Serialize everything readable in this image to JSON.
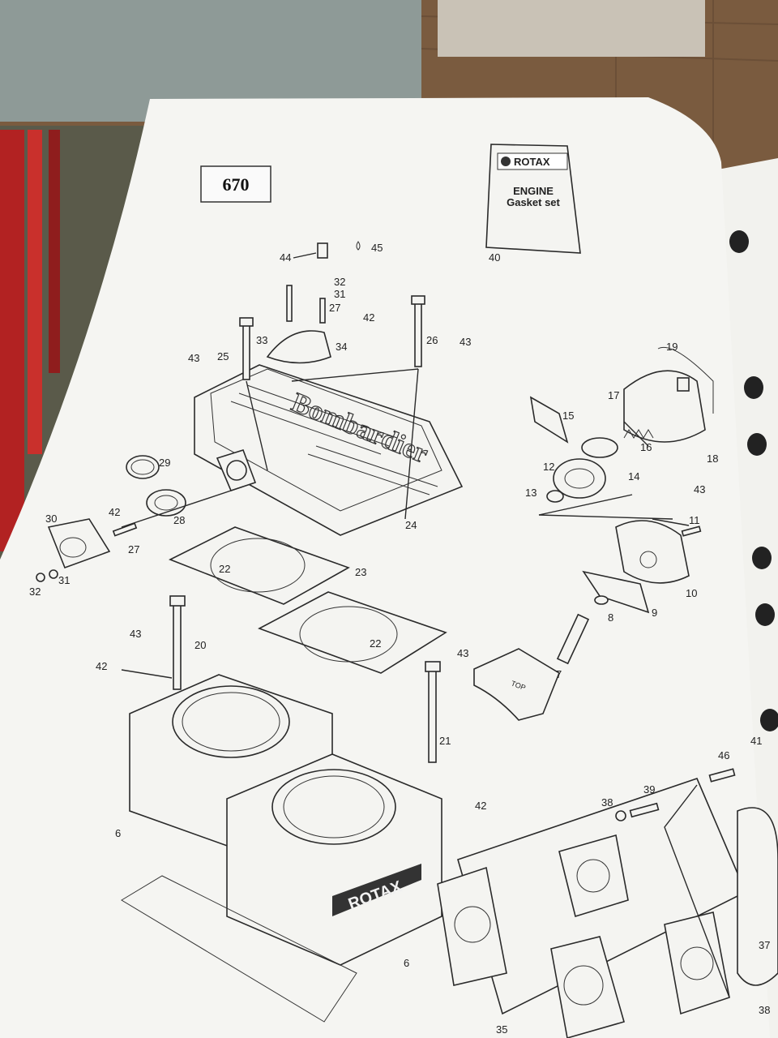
{
  "page_number": "670",
  "gasket_bag": {
    "brand": "ROTAX",
    "title": "ENGINE",
    "subtitle": "Gasket set",
    "ref": "40"
  },
  "parts": [
    {
      "id": "p45",
      "label": "45"
    },
    {
      "id": "p44",
      "label": "44"
    },
    {
      "id": "p32a",
      "label": "32"
    },
    {
      "id": "p31a",
      "label": "31"
    },
    {
      "id": "p27a",
      "label": "27"
    },
    {
      "id": "p42a",
      "label": "42"
    },
    {
      "id": "p26",
      "label": "26"
    },
    {
      "id": "p43a",
      "label": "43"
    },
    {
      "id": "p34",
      "label": "34"
    },
    {
      "id": "p33",
      "label": "33"
    },
    {
      "id": "p25",
      "label": "25"
    },
    {
      "id": "p43b",
      "label": "43"
    },
    {
      "id": "p19",
      "label": "19"
    },
    {
      "id": "p17",
      "label": "17"
    },
    {
      "id": "p15",
      "label": "15"
    },
    {
      "id": "p16",
      "label": "16"
    },
    {
      "id": "p18",
      "label": "18"
    },
    {
      "id": "p12",
      "label": "12"
    },
    {
      "id": "p14",
      "label": "14"
    },
    {
      "id": "p13",
      "label": "13"
    },
    {
      "id": "p43c",
      "label": "43"
    },
    {
      "id": "p11",
      "label": "11"
    },
    {
      "id": "p10",
      "label": "10"
    },
    {
      "id": "p9",
      "label": "9"
    },
    {
      "id": "p8",
      "label": "8"
    },
    {
      "id": "p7",
      "label": "7"
    },
    {
      "id": "p29",
      "label": "29"
    },
    {
      "id": "p28",
      "label": "28"
    },
    {
      "id": "p24",
      "label": "24"
    },
    {
      "id": "p30",
      "label": "30"
    },
    {
      "id": "p42b",
      "label": "42"
    },
    {
      "id": "p27b",
      "label": "27"
    },
    {
      "id": "p31b",
      "label": "31"
    },
    {
      "id": "p32b",
      "label": "32"
    },
    {
      "id": "p22a",
      "label": "22"
    },
    {
      "id": "p23",
      "label": "23"
    },
    {
      "id": "p22b",
      "label": "22"
    },
    {
      "id": "p43d",
      "label": "43"
    },
    {
      "id": "p20",
      "label": "20"
    },
    {
      "id": "p42c",
      "label": "42"
    },
    {
      "id": "p43e",
      "label": "43"
    },
    {
      "id": "p21",
      "label": "21"
    },
    {
      "id": "p42d",
      "label": "42"
    },
    {
      "id": "p46",
      "label": "46"
    },
    {
      "id": "p38",
      "label": "38"
    },
    {
      "id": "p39",
      "label": "39"
    },
    {
      "id": "p6a",
      "label": "6"
    },
    {
      "id": "p6b",
      "label": "6"
    },
    {
      "id": "p35",
      "label": "35"
    },
    {
      "id": "p37",
      "label": "37"
    },
    {
      "id": "p38b",
      "label": "38"
    },
    {
      "id": "p41",
      "label": "41"
    }
  ],
  "head_brand": "Bombardier",
  "cylinder_brand": "ROTAX",
  "piston_mark": "TOP"
}
